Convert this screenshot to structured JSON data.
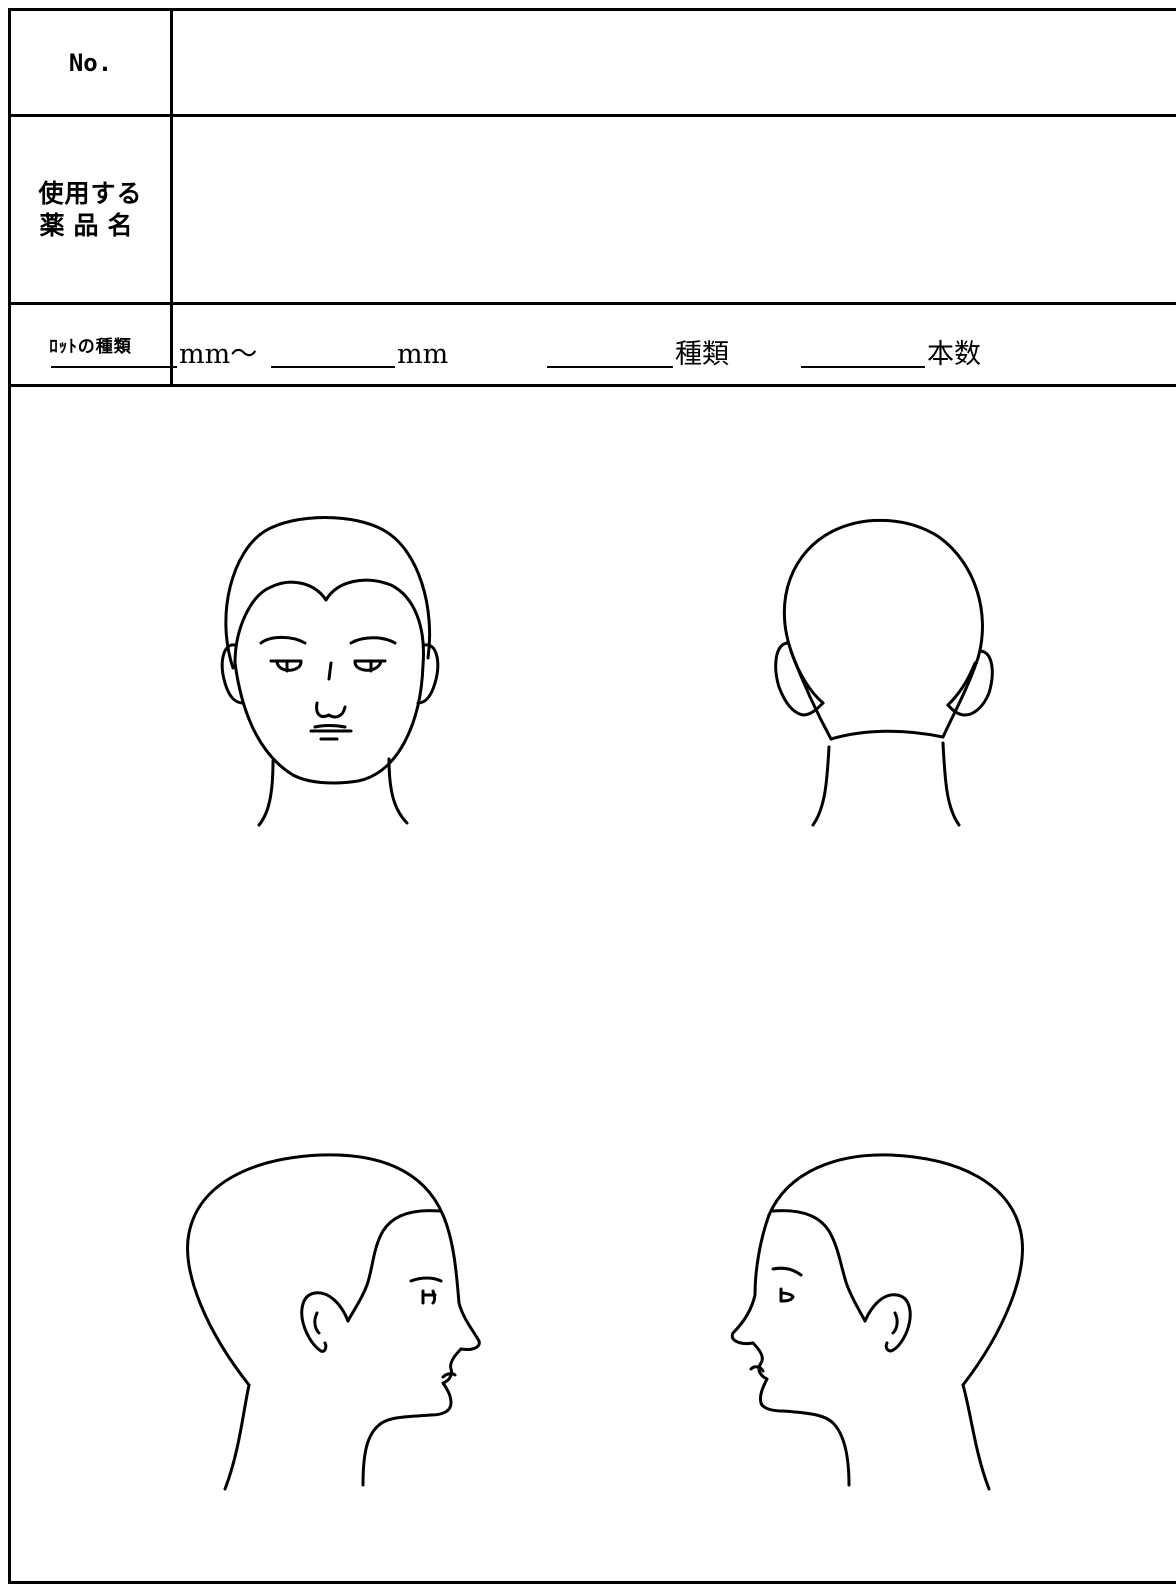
{
  "form": {
    "no_label": "No.",
    "no_value": "",
    "chemical_label_line1": "使用する",
    "chemical_label_line2": "薬品名",
    "chemical_value": "",
    "rod_label": "ﾛｯﾄの種類",
    "rod_size_unit_1": "mm〜",
    "rod_size_unit_2": "mm",
    "rod_kinds_unit": "種類",
    "rod_count_unit": "本数",
    "rod_size_from": "",
    "rod_size_to": "",
    "rod_kinds": "",
    "rod_count": ""
  },
  "drawings": {
    "head_views": [
      "front-view",
      "back-view",
      "left-profile",
      "right-profile"
    ],
    "line_color": "#000000"
  }
}
